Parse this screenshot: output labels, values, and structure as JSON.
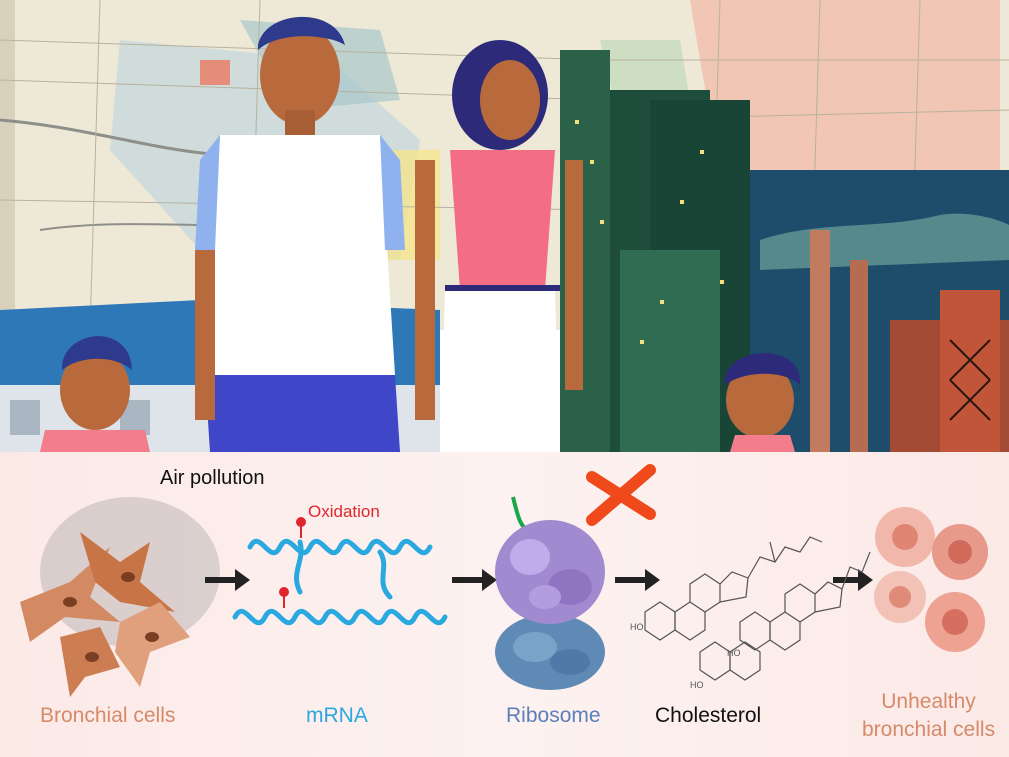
{
  "scene": {
    "description_icons": [
      "city-map",
      "skyscrapers",
      "factory-chimney",
      "family-walking"
    ]
  },
  "pathway": {
    "trigger_label": "Air pollution",
    "oxidation_label": "Oxidation",
    "steps": [
      {
        "label": "Bronchial cells"
      },
      {
        "label": "mRNA"
      },
      {
        "label": "Ribosome"
      },
      {
        "label": "Cholesterol"
      }
    ],
    "outcome_line1": "Unhealthy",
    "outcome_line2": "bronchial cells"
  },
  "colors": {
    "cells": "#d68a69",
    "mrna": "#2aa8e0",
    "ribosome": "#5b7fb8",
    "oxidation": "#e0262d",
    "block_x": "#f0491b",
    "panel_bg": "#fbe9e6"
  },
  "icons": [
    "arrow-right-icon",
    "block-x-icon",
    "oxidation-dot-icon"
  ]
}
